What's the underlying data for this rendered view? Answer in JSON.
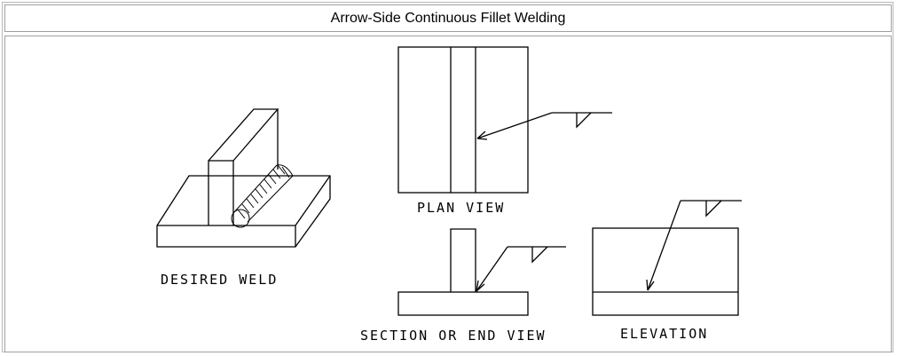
{
  "title": "Arrow-Side Continuous Fillet Welding",
  "labels": {
    "desired_weld": "DESIRED WELD",
    "plan_view": "PLAN VIEW",
    "section_view": "SECTION OR END VIEW",
    "elevation": "ELEVATION"
  }
}
